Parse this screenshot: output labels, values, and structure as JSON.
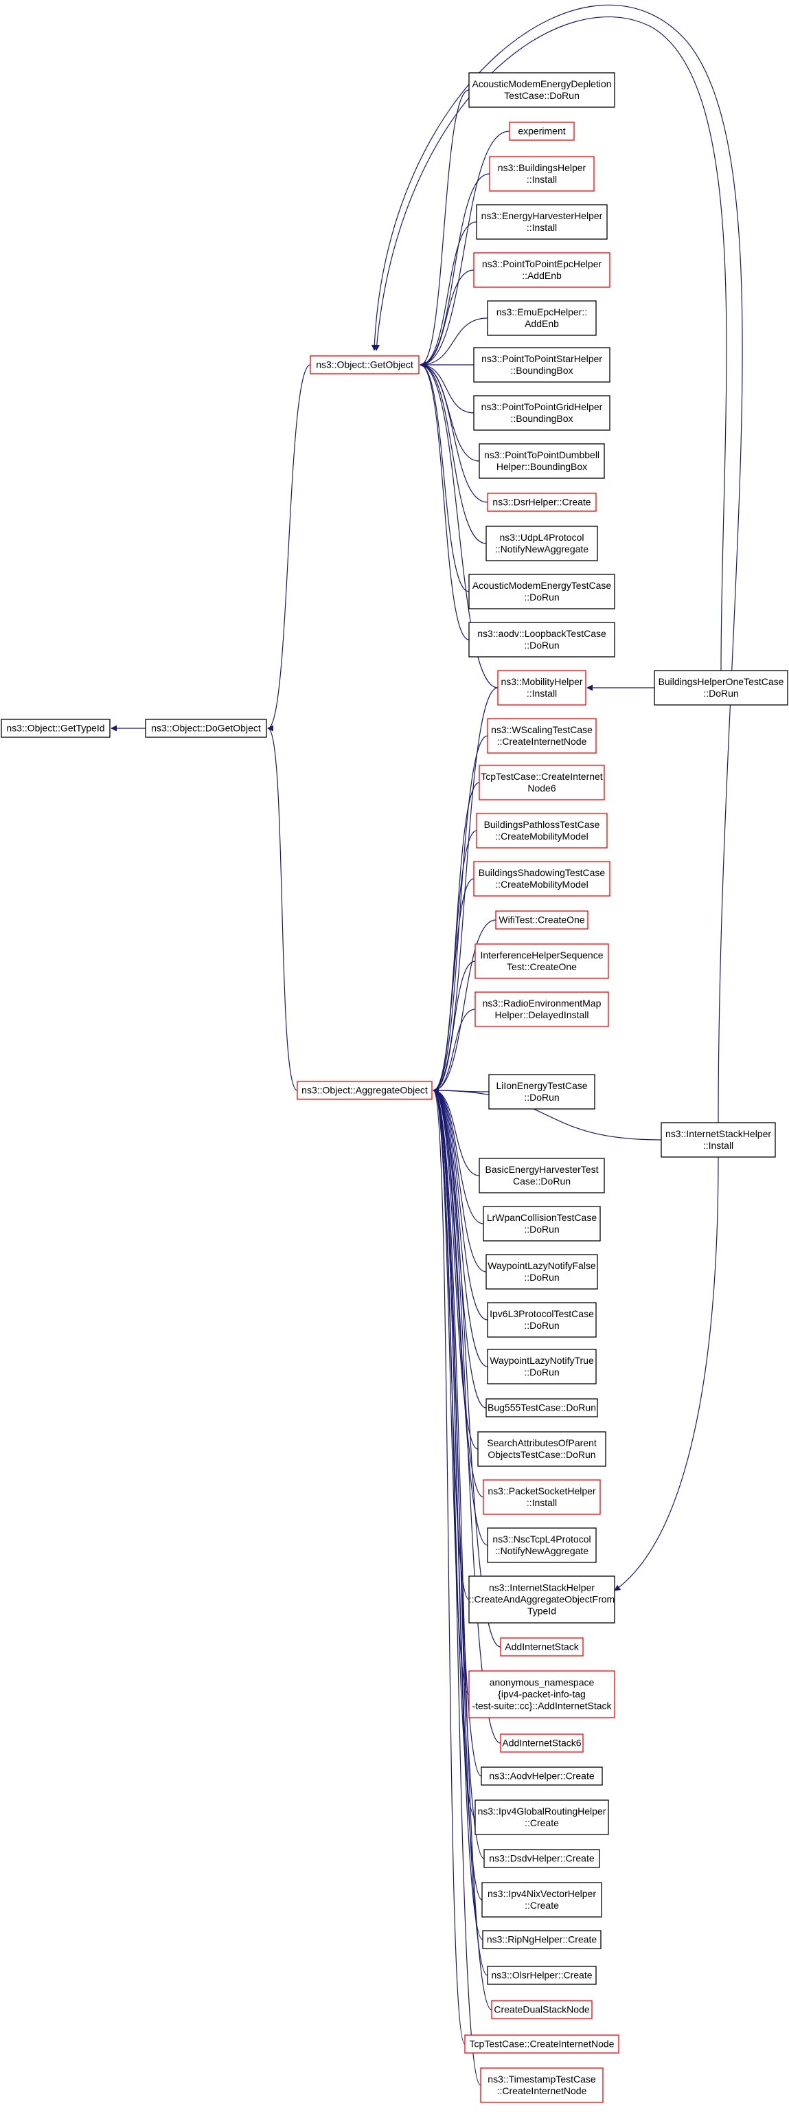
{
  "colors": {
    "edge": "#191970",
    "node_border_documented": "#000000",
    "node_border_undocumented": "#ff0000",
    "root_fill": "#bfbfbf"
  },
  "nodes": [
    {
      "id": "gettypeid",
      "lines": [
        "ns3::Object::GetTypeId"
      ],
      "color": "#000000",
      "fill": "#bfbfbf"
    },
    {
      "id": "dogetobject",
      "lines": [
        "ns3::Object::DoGetObject"
      ],
      "color": "#000000"
    },
    {
      "id": "getobject",
      "lines": [
        "ns3::Object::GetObject"
      ],
      "color": "#ff0000"
    },
    {
      "id": "aggregateobject",
      "lines": [
        "ns3::Object::AggregateObject"
      ],
      "color": "#ff0000"
    },
    {
      "id": "acoustic-depletion",
      "lines": [
        "AcousticModemEnergyDepletion",
        "TestCase::DoRun"
      ],
      "color": "#000000"
    },
    {
      "id": "experiment",
      "lines": [
        "experiment"
      ],
      "color": "#ff0000"
    },
    {
      "id": "buildingshelper-install",
      "lines": [
        "ns3::BuildingsHelper",
        "::Install"
      ],
      "color": "#ff0000"
    },
    {
      "id": "energyharvester-install",
      "lines": [
        "ns3::EnergyHarvesterHelper",
        "::Install"
      ],
      "color": "#000000"
    },
    {
      "id": "p2pepc-addenb",
      "lines": [
        "ns3::PointToPointEpcHelper",
        "::AddEnb"
      ],
      "color": "#ff0000"
    },
    {
      "id": "emuepc-addenb",
      "lines": [
        "ns3::EmuEpcHelper::",
        "AddEnb"
      ],
      "color": "#000000"
    },
    {
      "id": "p2pstar-bbox",
      "lines": [
        "ns3::PointToPointStarHelper",
        "::BoundingBox"
      ],
      "color": "#000000"
    },
    {
      "id": "p2pgrid-bbox",
      "lines": [
        "ns3::PointToPointGridHelper",
        "::BoundingBox"
      ],
      "color": "#000000"
    },
    {
      "id": "p2pdumbbell-bbox",
      "lines": [
        "ns3::PointToPointDumbbell",
        "Helper::BoundingBox"
      ],
      "color": "#000000"
    },
    {
      "id": "dsrhelper-create",
      "lines": [
        "ns3::DsrHelper::Create"
      ],
      "color": "#ff0000"
    },
    {
      "id": "udpl4-notify",
      "lines": [
        "ns3::UdpL4Protocol",
        "::NotifyNewAggregate"
      ],
      "color": "#000000"
    },
    {
      "id": "acoustic-energy",
      "lines": [
        "AcousticModemEnergyTestCase",
        "::DoRun"
      ],
      "color": "#000000"
    },
    {
      "id": "aodv-loopback",
      "lines": [
        "ns3::aodv::LoopbackTestCase",
        "::DoRun"
      ],
      "color": "#000000"
    },
    {
      "id": "mobilityhelper-install",
      "lines": [
        "ns3::MobilityHelper",
        "::Install"
      ],
      "color": "#ff0000"
    },
    {
      "id": "buildingshelperone",
      "lines": [
        "BuildingsHelperOneTestCase",
        "::DoRun"
      ],
      "color": "#000000"
    },
    {
      "id": "wscaling",
      "lines": [
        "ns3::WScalingTestCase",
        "::CreateInternetNode"
      ],
      "color": "#ff0000"
    },
    {
      "id": "tcptest-node6",
      "lines": [
        "TcpTestCase::CreateInternet",
        "Node6"
      ],
      "color": "#ff0000"
    },
    {
      "id": "pathloss",
      "lines": [
        "BuildingsPathlossTestCase",
        "::CreateMobilityModel"
      ],
      "color": "#ff0000"
    },
    {
      "id": "shadowing",
      "lines": [
        "BuildingsShadowingTestCase",
        "::CreateMobilityModel"
      ],
      "color": "#ff0000"
    },
    {
      "id": "wifitest",
      "lines": [
        "WifiTest::CreateOne"
      ],
      "color": "#ff0000"
    },
    {
      "id": "interference",
      "lines": [
        "InterferenceHelperSequence",
        "Test::CreateOne"
      ],
      "color": "#ff0000"
    },
    {
      "id": "remhelper",
      "lines": [
        "ns3::RadioEnvironmentMap",
        "Helper::DelayedInstall"
      ],
      "color": "#ff0000"
    },
    {
      "id": "liion",
      "lines": [
        "LiIonEnergyTestCase",
        "::DoRun"
      ],
      "color": "#000000"
    },
    {
      "id": "internetstack-install",
      "lines": [
        "ns3::InternetStackHelper",
        "::Install"
      ],
      "color": "#000000"
    },
    {
      "id": "basicenergy",
      "lines": [
        "BasicEnergyHarvesterTest",
        "Case::DoRun"
      ],
      "color": "#000000"
    },
    {
      "id": "lrwpan",
      "lines": [
        "LrWpanCollisionTestCase",
        "::DoRun"
      ],
      "color": "#000000"
    },
    {
      "id": "waypoint-false",
      "lines": [
        "WaypointLazyNotifyFalse",
        "::DoRun"
      ],
      "color": "#000000"
    },
    {
      "id": "ipv6l3",
      "lines": [
        "Ipv6L3ProtocolTestCase",
        "::DoRun"
      ],
      "color": "#000000"
    },
    {
      "id": "waypoint-true",
      "lines": [
        "WaypointLazyNotifyTrue",
        "::DoRun"
      ],
      "color": "#000000"
    },
    {
      "id": "bug555",
      "lines": [
        "Bug555TestCase::DoRun"
      ],
      "color": "#000000"
    },
    {
      "id": "searchattrs",
      "lines": [
        "SearchAttributesOfParent",
        "ObjectsTestCase::DoRun"
      ],
      "color": "#000000"
    },
    {
      "id": "packetsocket",
      "lines": [
        "ns3::PacketSocketHelper",
        "::Install"
      ],
      "color": "#ff0000"
    },
    {
      "id": "nsctcpl4",
      "lines": [
        "ns3::NscTcpL4Protocol",
        "::NotifyNewAggregate"
      ],
      "color": "#000000"
    },
    {
      "id": "createandaggregate",
      "lines": [
        "ns3::InternetStackHelper",
        "::CreateAndAggregateObjectFrom",
        "TypeId"
      ],
      "color": "#000000"
    },
    {
      "id": "addinternetstack",
      "lines": [
        "AddInternetStack"
      ],
      "color": "#ff0000"
    },
    {
      "id": "anonymous",
      "lines": [
        "anonymous_namespace",
        "{ipv4-packet-info-tag",
        "-test-suite::cc}::AddInternetStack"
      ],
      "color": "#ff0000"
    },
    {
      "id": "addinternetstack6",
      "lines": [
        "AddInternetStack6"
      ],
      "color": "#ff0000"
    },
    {
      "id": "aodvhelper",
      "lines": [
        "ns3::AodvHelper::Create"
      ],
      "color": "#000000"
    },
    {
      "id": "ipv4global",
      "lines": [
        "ns3::Ipv4GlobalRoutingHelper",
        "::Create"
      ],
      "color": "#000000"
    },
    {
      "id": "dsdvhelper",
      "lines": [
        "ns3::DsdvHelper::Create"
      ],
      "color": "#000000"
    },
    {
      "id": "ipv4nix",
      "lines": [
        "ns3::Ipv4NixVectorHelper",
        "::Create"
      ],
      "color": "#000000"
    },
    {
      "id": "ripng",
      "lines": [
        "ns3::RipNgHelper::Create"
      ],
      "color": "#000000"
    },
    {
      "id": "olsr",
      "lines": [
        "ns3::OlsrHelper::Create"
      ],
      "color": "#000000"
    },
    {
      "id": "dualstack",
      "lines": [
        "CreateDualStackNode"
      ],
      "color": "#ff0000"
    },
    {
      "id": "tcptest-node",
      "lines": [
        "TcpTestCase::CreateInternetNode"
      ],
      "color": "#ff0000"
    },
    {
      "id": "timestamp",
      "lines": [
        "ns3::TimestampTestCase",
        "::CreateInternetNode"
      ],
      "color": "#ff0000"
    }
  ],
  "edges": [
    {
      "from": "dogetobject",
      "to": "gettypeid"
    },
    {
      "from": "getobject",
      "to": "dogetobject"
    },
    {
      "from": "aggregateobject",
      "to": "dogetobject"
    },
    {
      "from": "acoustic-depletion",
      "to": "getobject"
    },
    {
      "from": "experiment",
      "to": "getobject"
    },
    {
      "from": "buildingshelper-install",
      "to": "getobject"
    },
    {
      "from": "energyharvester-install",
      "to": "getobject"
    },
    {
      "from": "p2pepc-addenb",
      "to": "getobject"
    },
    {
      "from": "emuepc-addenb",
      "to": "getobject"
    },
    {
      "from": "p2pstar-bbox",
      "to": "getobject"
    },
    {
      "from": "p2pgrid-bbox",
      "to": "getobject"
    },
    {
      "from": "p2pdumbbell-bbox",
      "to": "getobject"
    },
    {
      "from": "dsrhelper-create",
      "to": "getobject"
    },
    {
      "from": "udpl4-notify",
      "to": "getobject"
    },
    {
      "from": "acoustic-energy",
      "to": "getobject"
    },
    {
      "from": "aodv-loopback",
      "to": "getobject"
    },
    {
      "from": "mobilityhelper-install",
      "to": "getobject"
    },
    {
      "from": "buildingshelperone",
      "to": "getobject"
    },
    {
      "from": "internetstack-install",
      "to": "getobject"
    },
    {
      "from": "buildingshelperone",
      "to": "mobilityhelper-install"
    },
    {
      "from": "mobilityhelper-install",
      "to": "aggregateobject"
    },
    {
      "from": "wscaling",
      "to": "aggregateobject"
    },
    {
      "from": "tcptest-node6",
      "to": "aggregateobject"
    },
    {
      "from": "pathloss",
      "to": "aggregateobject"
    },
    {
      "from": "shadowing",
      "to": "aggregateobject"
    },
    {
      "from": "wifitest",
      "to": "aggregateobject"
    },
    {
      "from": "interference",
      "to": "aggregateobject"
    },
    {
      "from": "remhelper",
      "to": "aggregateobject"
    },
    {
      "from": "liion",
      "to": "aggregateobject"
    },
    {
      "from": "internetstack-install",
      "to": "aggregateobject"
    },
    {
      "from": "basicenergy",
      "to": "aggregateobject"
    },
    {
      "from": "lrwpan",
      "to": "aggregateobject"
    },
    {
      "from": "waypoint-false",
      "to": "aggregateobject"
    },
    {
      "from": "ipv6l3",
      "to": "aggregateobject"
    },
    {
      "from": "waypoint-true",
      "to": "aggregateobject"
    },
    {
      "from": "bug555",
      "to": "aggregateobject"
    },
    {
      "from": "searchattrs",
      "to": "aggregateobject"
    },
    {
      "from": "packetsocket",
      "to": "aggregateobject"
    },
    {
      "from": "nsctcpl4",
      "to": "aggregateobject"
    },
    {
      "from": "createandaggregate",
      "to": "aggregateobject"
    },
    {
      "from": "addinternetstack",
      "to": "aggregateobject"
    },
    {
      "from": "anonymous",
      "to": "aggregateobject"
    },
    {
      "from": "addinternetstack6",
      "to": "aggregateobject"
    },
    {
      "from": "aodvhelper",
      "to": "aggregateobject"
    },
    {
      "from": "ipv4global",
      "to": "aggregateobject"
    },
    {
      "from": "dsdvhelper",
      "to": "aggregateobject"
    },
    {
      "from": "ipv4nix",
      "to": "aggregateobject"
    },
    {
      "from": "ripng",
      "to": "aggregateobject"
    },
    {
      "from": "olsr",
      "to": "aggregateobject"
    },
    {
      "from": "dualstack",
      "to": "aggregateobject"
    },
    {
      "from": "tcptest-node",
      "to": "aggregateobject"
    },
    {
      "from": "timestamp",
      "to": "aggregateobject"
    },
    {
      "from": "internetstack-install",
      "to": "createandaggregate"
    }
  ]
}
